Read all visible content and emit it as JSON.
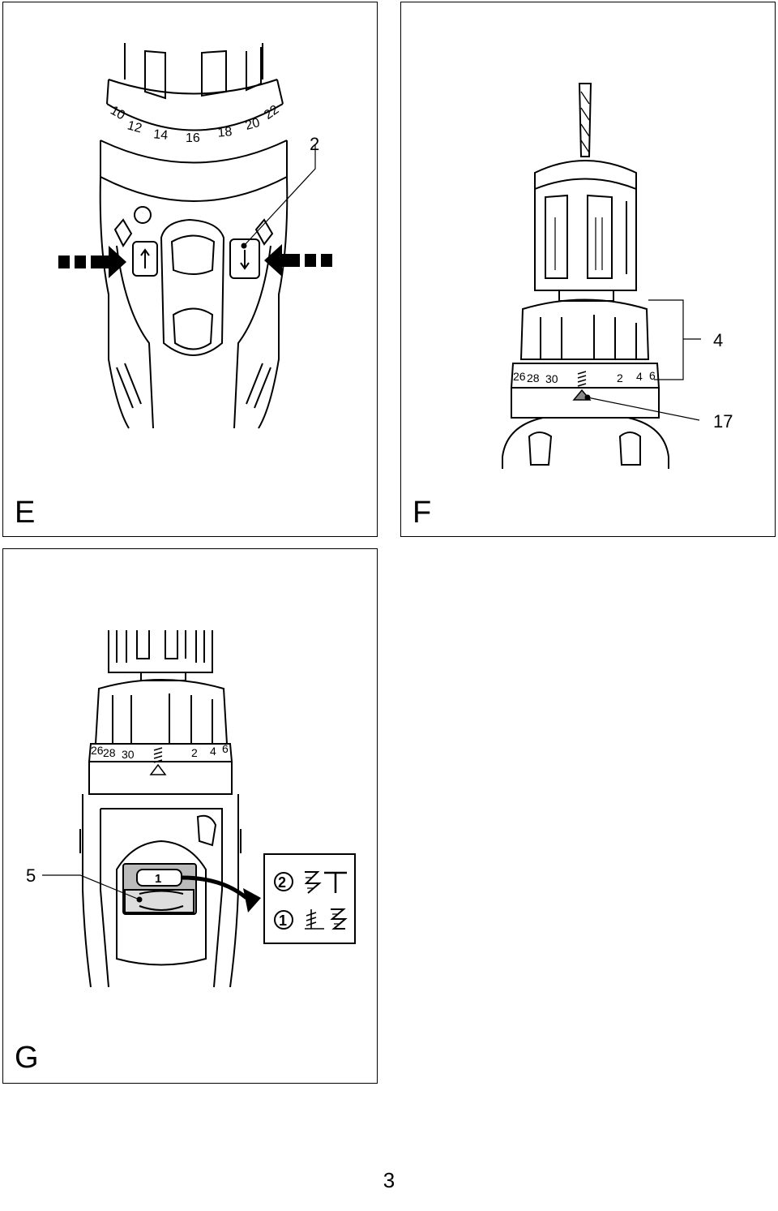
{
  "page_number": "3",
  "panels": {
    "E": {
      "letter": "E",
      "scale_numbers": [
        "10",
        "12",
        "14",
        "16",
        "18",
        "20",
        "22"
      ],
      "callouts": [
        "2"
      ]
    },
    "F": {
      "letter": "F",
      "dial_left": [
        "26",
        "28",
        "30"
      ],
      "dial_right": [
        "2",
        "4",
        "6"
      ],
      "callouts": [
        "4",
        "17"
      ]
    },
    "G": {
      "letter": "G",
      "dial_left": [
        "26",
        "28",
        "30"
      ],
      "dial_right": [
        "2",
        "4",
        "6"
      ],
      "switch_label": "1",
      "speed_labels": [
        "2",
        "1"
      ],
      "callouts": [
        "5"
      ]
    }
  }
}
